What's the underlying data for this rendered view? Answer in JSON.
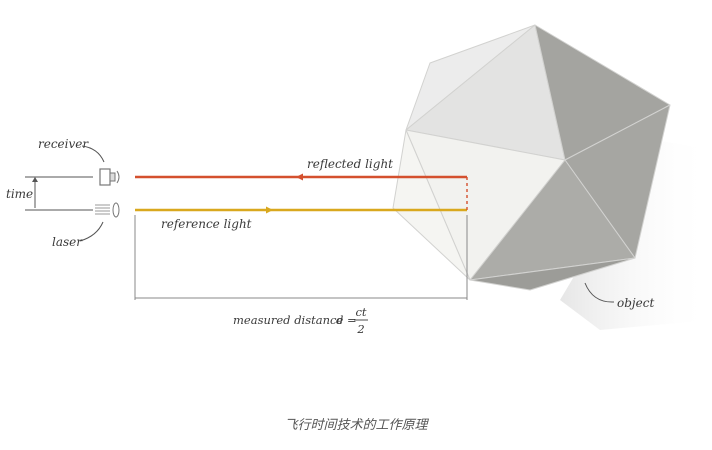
{
  "diagram": {
    "labels": {
      "receiver": "receiver",
      "time": "time",
      "laser": "laser",
      "reflected_light": "reflected light",
      "reference_light": "reference light",
      "measured_distance": "measured distance",
      "formula_lhs": "d =",
      "formula_numerator": "ct",
      "formula_denominator": "2",
      "object": "object"
    },
    "colors": {
      "reflected_beam": "#d4502e",
      "reference_beam": "#d9a81e",
      "object_shadow": "#9a9a97",
      "object_light": "#ececec"
    }
  },
  "caption": "飞行时间技术的工作原理"
}
